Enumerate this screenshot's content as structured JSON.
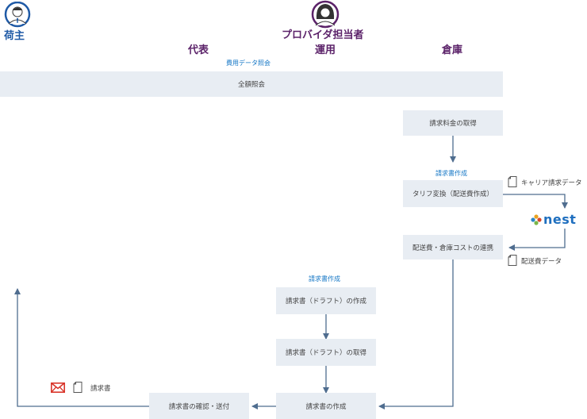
{
  "actors": {
    "shipper": "荷主",
    "provider": "プロバイダ担当者"
  },
  "lanes": {
    "representative": "代表",
    "operations": "運用",
    "warehouse": "倉庫"
  },
  "labels": {
    "cost_inquiry": "費用データ照会",
    "invoice_creation_1": "請求書作成",
    "invoice_creation_2": "請求書作成"
  },
  "boxes": {
    "total_inquiry": "全額照会",
    "get_fees": "請求料金の取得",
    "tariff_conversion": "タリフ変換（配送費作成）",
    "cost_link": "配送費・倉庫コストの連携",
    "draft_create": "請求書（ドラフト）の作成",
    "draft_get": "請求書（ドラフト）の取得",
    "invoice_make": "請求書の作成",
    "invoice_confirm_send": "請求書の確認・送付"
  },
  "documents": {
    "carrier_invoice_data": "キャリア請求データ",
    "shipping_cost_data": "配送費データ",
    "invoice": "請求書"
  },
  "logo": {
    "text": "nest"
  },
  "colors": {
    "box_fill": "#e8edf3",
    "arrow": "#4f6d8f",
    "lane_title": "#5b2269",
    "label_blue": "#1577c6"
  }
}
